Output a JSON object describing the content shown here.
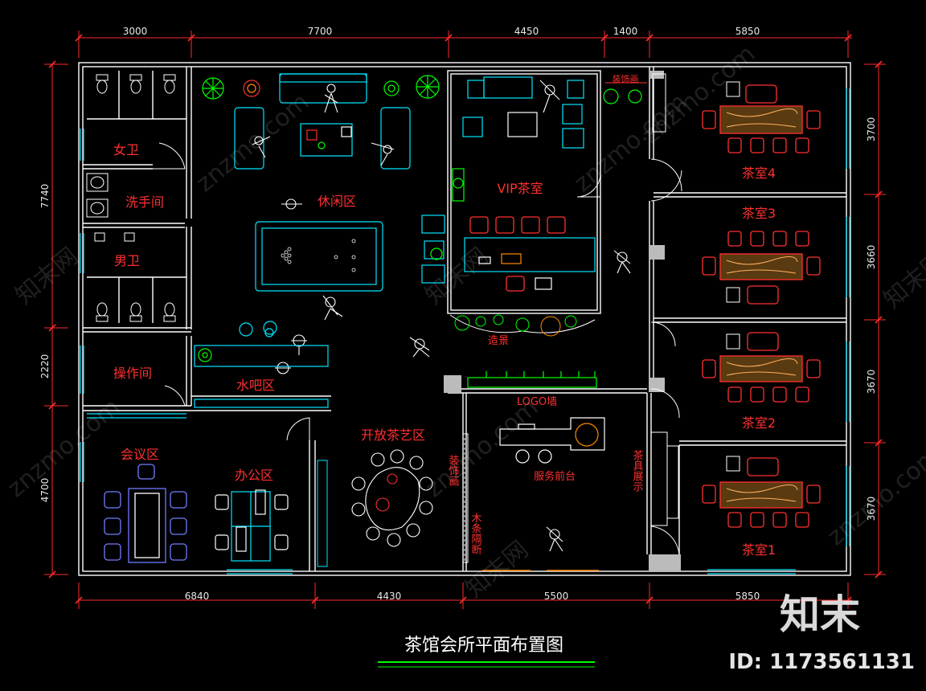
{
  "title": "茶馆会所平面布置图",
  "dimensions_top": [
    "3000",
    "7700",
    "4450",
    "1400",
    "5850"
  ],
  "dimensions_bottom": [
    "6840",
    "4430",
    "5500",
    "5850"
  ],
  "dimensions_left": [
    "7740",
    "2220",
    "4700"
  ],
  "dimensions_right": [
    "3700",
    "3660",
    "3670",
    "3670"
  ],
  "rooms": {
    "womens_restroom": "女卫",
    "washroom": "洗手间",
    "mens_restroom": "男卫",
    "operation_room": "操作间",
    "meeting_area": "会议区",
    "office_area": "办公区",
    "lounge_area": "休闲区",
    "water_bar_area": "水吧区",
    "open_tea_area": "开放茶艺区",
    "vip_tea_room": "VIP茶室",
    "landscape": "造景",
    "logo_wall": "LOGO墙",
    "service_desk": "服务前台",
    "decor_painting_top": "装饰画",
    "decor_painting_side": "装饰画",
    "wood_partition": "木条隔断",
    "tea_display": "茶具展示",
    "tea_room_4": "茶室4",
    "tea_room_3": "茶室3",
    "tea_room_2": "茶室2",
    "tea_room_1": "茶室1"
  },
  "watermark": {
    "brand": "知末",
    "id": "ID: 1173561131",
    "site": "znzmo.com",
    "site_cn": "知末网"
  },
  "colors": {
    "wall": "#ffffff",
    "dim": "#ff2a2a",
    "label": "#ff3030",
    "furniture": "#00e5ff",
    "plant": "#00ff00",
    "title_underline": "#00ff00"
  }
}
